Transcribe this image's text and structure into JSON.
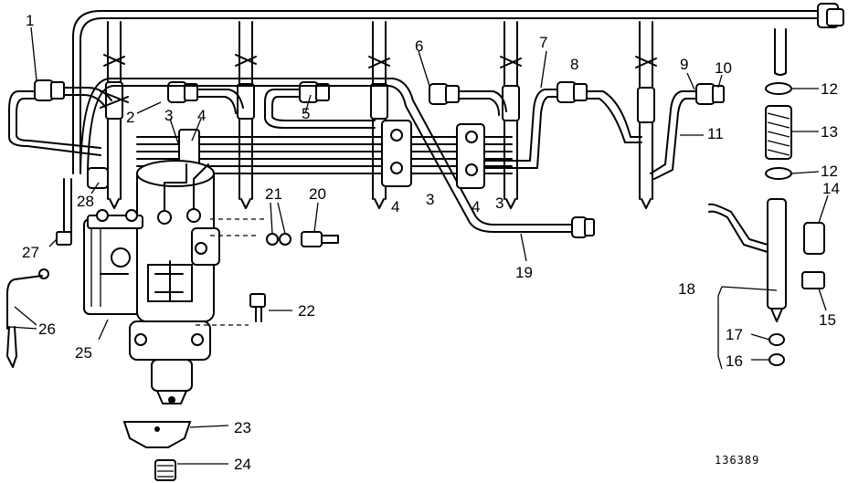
{
  "diagram": {
    "figure_code": "136389",
    "callouts": [
      {
        "n": "1"
      },
      {
        "n": "2"
      },
      {
        "n": "3"
      },
      {
        "n": "4"
      },
      {
        "n": "5"
      },
      {
        "n": "6"
      },
      {
        "n": "7"
      },
      {
        "n": "8"
      },
      {
        "n": "9"
      },
      {
        "n": "10"
      },
      {
        "n": "11"
      },
      {
        "n": "12"
      },
      {
        "n": "13"
      },
      {
        "n": "14"
      },
      {
        "n": "15"
      },
      {
        "n": "16"
      },
      {
        "n": "17"
      },
      {
        "n": "18"
      },
      {
        "n": "19"
      },
      {
        "n": "20"
      },
      {
        "n": "21"
      },
      {
        "n": "22"
      },
      {
        "n": "23"
      },
      {
        "n": "24"
      },
      {
        "n": "25"
      },
      {
        "n": "26"
      },
      {
        "n": "27"
      },
      {
        "n": "28"
      }
    ],
    "callouts_extra": [
      {
        "n": "3",
        "ref": "second"
      },
      {
        "n": "4",
        "ref": "second"
      },
      {
        "n": "3",
        "ref": "third"
      },
      {
        "n": "4",
        "ref": "third"
      },
      {
        "n": "12",
        "ref": "second"
      }
    ]
  }
}
